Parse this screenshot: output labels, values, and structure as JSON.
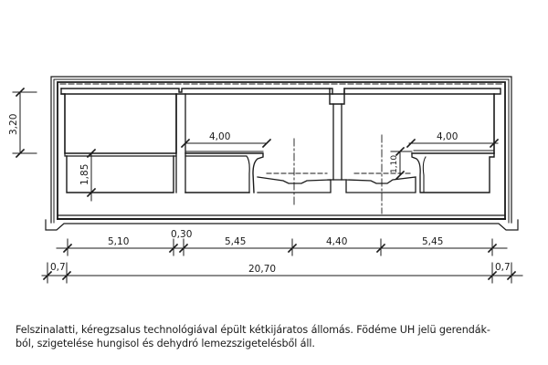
{
  "drawing": {
    "type": "cross-section",
    "subject": "two-exit underground station (cut-and-cover, shell-slab technology)",
    "dimensions": {
      "horizontal_row1": [
        "5,10",
        "0,30",
        "5,45",
        "4,40",
        "5,45"
      ],
      "horizontal_row2": [
        "0,7",
        "20,70",
        "0,7"
      ],
      "vertical_height": "3,20",
      "mezzanine_height_left": "1,85",
      "platform_width_left": "4,00",
      "platform_width_right": "4,00",
      "platform_height_right": "1,10"
    },
    "colors": {
      "line": "#1a1a1a",
      "background": "#ffffff"
    }
  },
  "caption": {
    "line1": "Felszinalatti, kéregzsalus technológiával épült kétkijáratos állomás. Födéme UH jelü gerendák-",
    "line2": "ból, szigetelése hungisol és dehydró lemezszigetelésből áll."
  }
}
